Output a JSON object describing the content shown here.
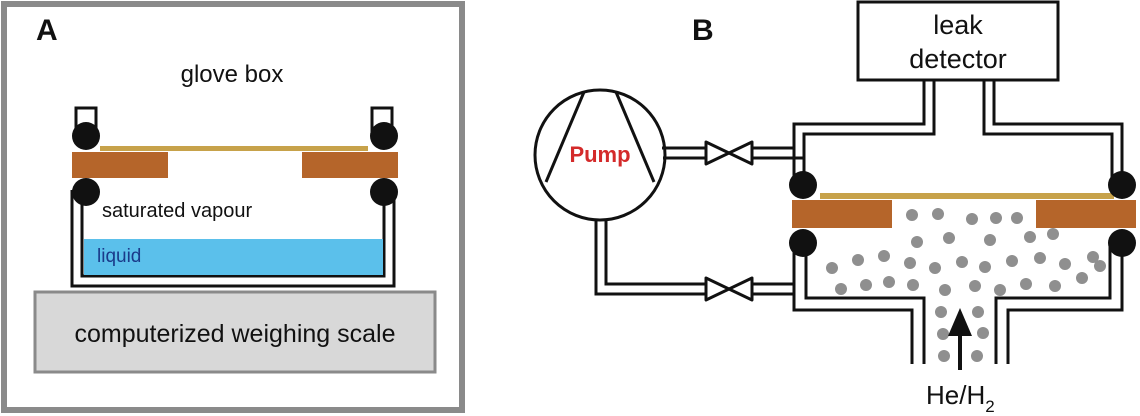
{
  "colors": {
    "frame": "#8a8a8a",
    "scale_fill": "#d8d8d8",
    "liquid": "#5bc0eb",
    "liquid_text": "#1a3a8a",
    "substrate": "#b5652a",
    "membrane": "#c7a24a",
    "oring": "#111111",
    "gas_dot": "#8f8f8f",
    "pump_text": "#d42a2a",
    "line": "#111111"
  },
  "panel_a": {
    "letter": "A",
    "enclosure_label": "glove box",
    "vapour_label": "saturated vapour",
    "liquid_label": "liquid",
    "scale_label": "computerized weighing scale"
  },
  "panel_b": {
    "letter": "B",
    "detector_line1": "leak",
    "detector_line2": "detector",
    "pump_label": "Pump",
    "gas_label_main": "He/H",
    "gas_label_sub": "2"
  },
  "icons": {
    "oring": "o-ring-icon",
    "valve": "valve-icon",
    "arrow": "arrow-up-icon"
  }
}
